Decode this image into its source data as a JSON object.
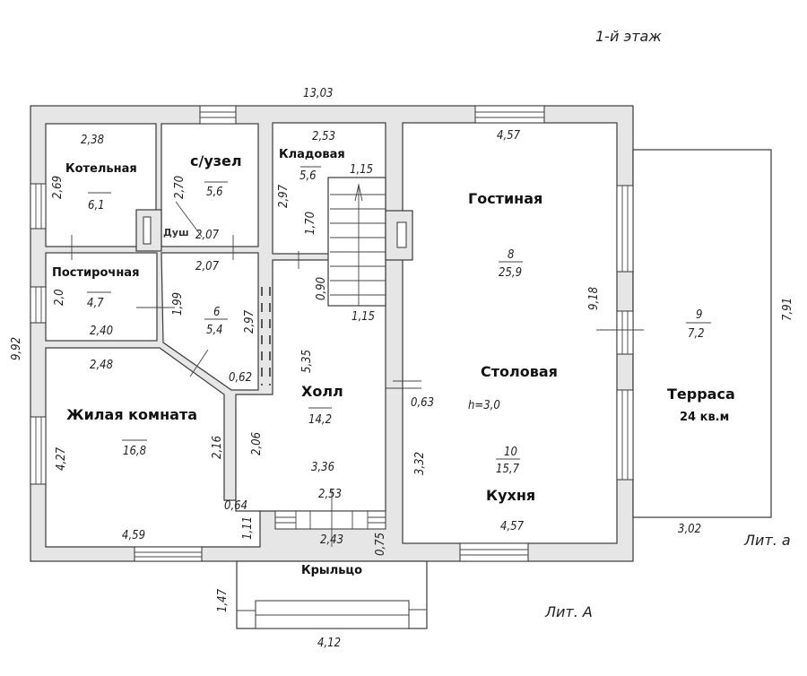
{
  "title": "1-й этаж",
  "litera_main": "Лит. А",
  "litera_terrace": "Лит. а",
  "overall_dimensions": {
    "width_top": "13,03",
    "height_left": "9,92",
    "terrace_height": "7,91",
    "terrace_width": "3,02",
    "porch_width": "4,12",
    "porch_depth": "1,47"
  },
  "rooms": [
    {
      "id": "boiler",
      "name": "Котельная",
      "area": "6,1",
      "dims": [
        "2,38",
        "2,69"
      ]
    },
    {
      "id": "bathroom",
      "name": "с/узел",
      "area": "5,6",
      "dims": [
        "2,70",
        "2,07"
      ],
      "extra": "Душ"
    },
    {
      "id": "storage",
      "name": "Кладовая",
      "area": "5,6",
      "dims": [
        "2,53",
        "2,97",
        "1,70"
      ]
    },
    {
      "id": "stairs",
      "name": "",
      "area": "",
      "dims": [
        "1,15",
        "1,15",
        "0,90"
      ]
    },
    {
      "id": "laundry",
      "name": "Постирочная",
      "area": "4,7",
      "dims": [
        "2,0",
        "2,40",
        "1,99"
      ]
    },
    {
      "id": "corridor",
      "name": "",
      "number": "6",
      "area": "5,4",
      "dims": [
        "2,07",
        "2,97",
        "0,62"
      ]
    },
    {
      "id": "living-room",
      "name": "Жилая комната",
      "area": "16,8",
      "dims": [
        "2,48",
        "4,27",
        "4,59",
        "2,16",
        "0,64",
        "1,11"
      ]
    },
    {
      "id": "hall",
      "name": "Холл",
      "area": "14,2",
      "dims": [
        "5,35",
        "3,36",
        "2,53",
        "2,06",
        "2,43",
        "0,75"
      ]
    },
    {
      "id": "lounge",
      "name": "Гостиная",
      "number": "8",
      "area": "25,9",
      "dims": [
        "4,57",
        "9,18"
      ]
    },
    {
      "id": "dining",
      "name": "Столовая",
      "height": "h=3,0",
      "dims": [
        "0,63",
        "3,32"
      ]
    },
    {
      "id": "kitchen",
      "name": "Кухня",
      "number": "10",
      "area": "15,7",
      "dims": [
        "4,57"
      ]
    },
    {
      "id": "terrace",
      "name": "Терраса",
      "number": "9",
      "area": "7,2",
      "note": "24 кв.м"
    },
    {
      "id": "porch",
      "name": "Крыльцо"
    }
  ]
}
